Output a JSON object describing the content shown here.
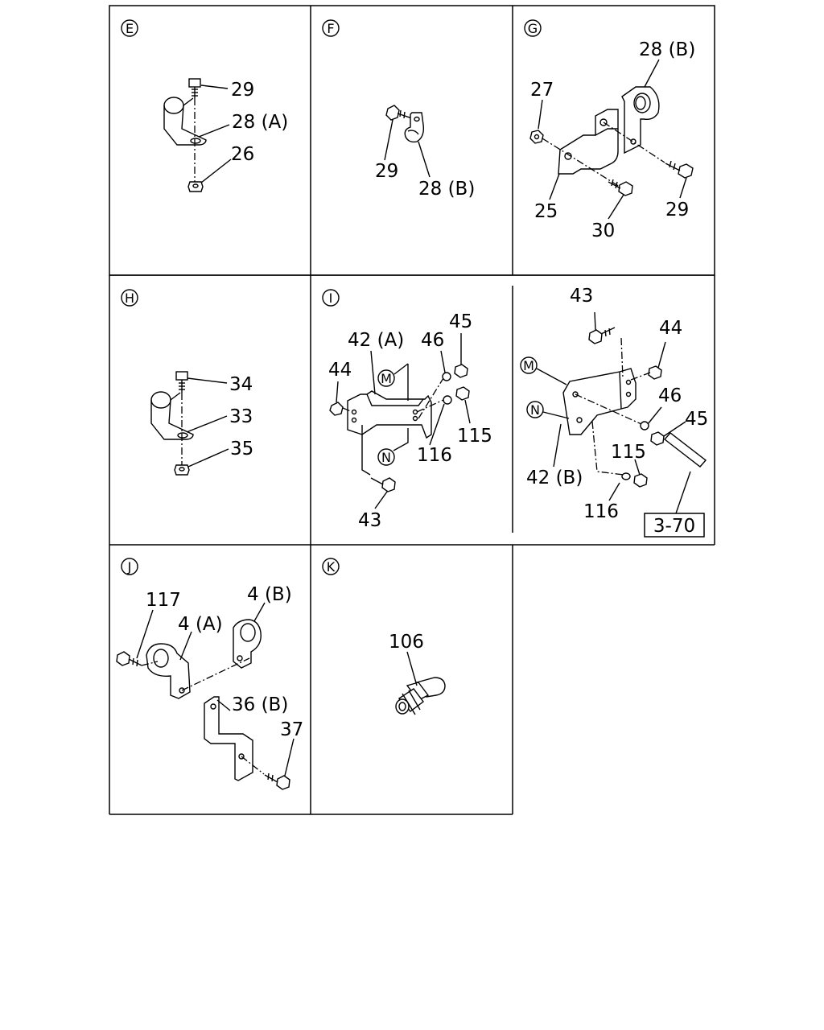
{
  "panels": {
    "E": {
      "letter": "E",
      "labels": [
        "29",
        "28 (A)",
        "26"
      ]
    },
    "F": {
      "letter": "F",
      "labels": [
        "29",
        "28 (B)"
      ]
    },
    "G": {
      "letter": "G",
      "labels": [
        "28 (B)",
        "27",
        "25",
        "30",
        "29"
      ]
    },
    "H": {
      "letter": "H",
      "labels": [
        "34",
        "33",
        "35"
      ]
    },
    "I": {
      "letter": "I",
      "labels": [
        "42 (A)",
        "46",
        "45",
        "44",
        "115",
        "116",
        "43"
      ],
      "refs": [
        "M",
        "N"
      ]
    },
    "I2": {
      "labels": [
        "43",
        "44",
        "46",
        "45",
        "115",
        "42 (B)",
        "116"
      ],
      "refs": [
        "M",
        "N"
      ],
      "page_ref": "3-70"
    },
    "J": {
      "letter": "J",
      "labels": [
        "117",
        "4 (B)",
        "4 (A)",
        "36 (B)",
        "37"
      ]
    },
    "K": {
      "letter": "K",
      "labels": [
        "106"
      ]
    }
  }
}
